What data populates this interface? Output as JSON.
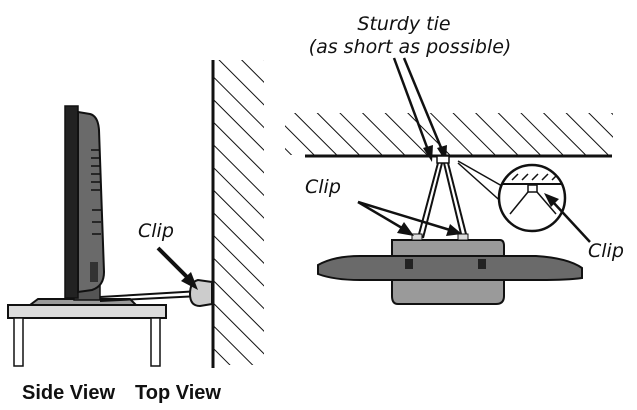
{
  "labels": {
    "sturdy_tie_line1": "Sturdy tie",
    "sturdy_tie_line2": "(as short as possible)",
    "clip_side": "Clip",
    "clip_top": "Clip",
    "clip_detail": "Clip"
  },
  "captions": {
    "side_view": "Side View",
    "top_view": "Top View"
  },
  "colors": {
    "line": "#111111",
    "tv_body": "#222222",
    "tv_panel": "#6a6a6a",
    "stand_grey": "#9a9a9a",
    "table_top": "#dcdcdc"
  }
}
